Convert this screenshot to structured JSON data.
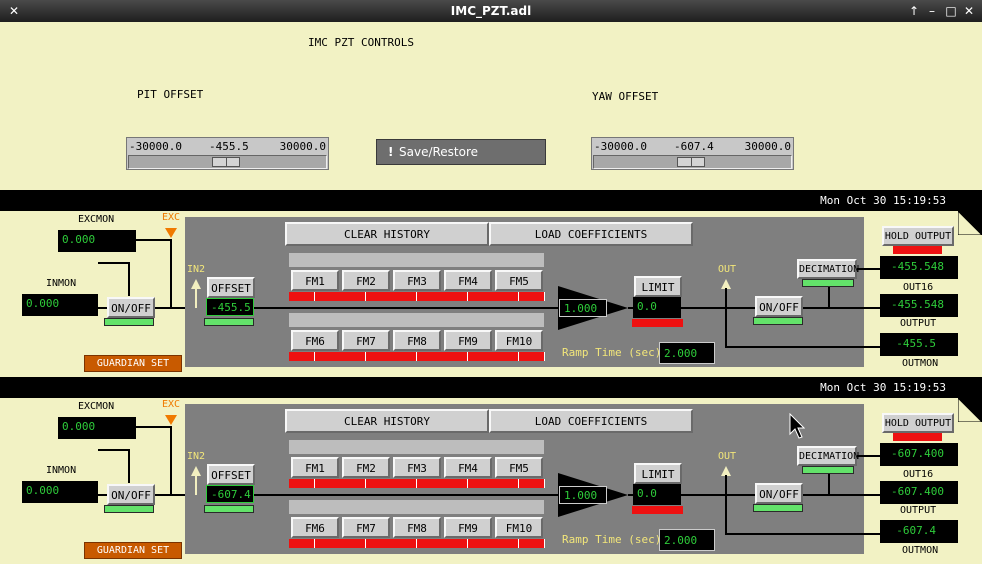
{
  "window": {
    "title": "IMC_PZT.adl"
  },
  "header": {
    "title": "IMC PZT CONTROLS",
    "pit_label": "PIT OFFSET",
    "yaw_label": "YAW OFFSET",
    "save_restore": "Save/Restore"
  },
  "pit_slider": {
    "min": "-30000.0",
    "value": "-455.5",
    "max": "30000.0",
    "position": 0.49
  },
  "yaw_slider": {
    "min": "-30000.0",
    "value": "-607.4",
    "max": "30000.0",
    "position": 0.49
  },
  "filters": [
    {
      "timestamp": "Mon Oct 30 15:19:53",
      "excmon_label": "EXCMON",
      "excmon": "0.000",
      "exc_label": "EXC",
      "inmon_label": "INMON",
      "inmon": "0.000",
      "input_onoff": "ON/OFF",
      "in2_label": "IN2",
      "offset_button": "OFFSET",
      "offset_value": "-455.5",
      "clear_history": "CLEAR HISTORY",
      "load_coefficients": "LOAD COEFFICIENTS",
      "fm_top": [
        "FM1",
        "FM2",
        "FM3",
        "FM4",
        "FM5"
      ],
      "fm_bottom": [
        "FM6",
        "FM7",
        "FM8",
        "FM9",
        "FM10"
      ],
      "gain": "1.000",
      "limit_button": "LIMIT",
      "limit_value": "0.0",
      "ramp_label": "Ramp Time (sec):",
      "ramp_value": "2.000",
      "out_label": "OUT",
      "output_onoff": "ON/OFF",
      "decimation": "DECIMATION",
      "hold_output": "HOLD OUTPUT",
      "out16": "-455.548",
      "out16_label": "OUT16",
      "output": "-455.548",
      "output_label": "OUTPUT",
      "outmon": "-455.5",
      "outmon_label": "OUTMON",
      "guardian": "GUARDIAN SET"
    },
    {
      "timestamp": "Mon Oct 30 15:19:53",
      "excmon_label": "EXCMON",
      "excmon": "0.000",
      "exc_label": "EXC",
      "inmon_label": "INMON",
      "inmon": "0.000",
      "input_onoff": "ON/OFF",
      "in2_label": "IN2",
      "offset_button": "OFFSET",
      "offset_value": "-607.4",
      "clear_history": "CLEAR HISTORY",
      "load_coefficients": "LOAD COEFFICIENTS",
      "fm_top": [
        "FM1",
        "FM2",
        "FM3",
        "FM4",
        "FM5"
      ],
      "fm_bottom": [
        "FM6",
        "FM7",
        "FM8",
        "FM9",
        "FM10"
      ],
      "gain": "1.000",
      "limit_button": "LIMIT",
      "limit_value": "0.0",
      "ramp_label": "Ramp Time (sec):",
      "ramp_value": "2.000",
      "out_label": "OUT",
      "output_onoff": "ON/OFF",
      "decimation": "DECIMATION",
      "hold_output": "HOLD OUTPUT",
      "out16": "-607.400",
      "out16_label": "OUT16",
      "output": "-607.400",
      "output_label": "OUTPUT",
      "outmon": "-607.4",
      "outmon_label": "OUTMON",
      "guardian": "GUARDIAN SET"
    }
  ],
  "colors": {
    "background": "#f2f2c4",
    "panel": "#7f7f7f",
    "readback": "#2ecc3a",
    "alarm": "#ee1111",
    "ok": "#63e26a",
    "guardian": "#c85a00"
  }
}
